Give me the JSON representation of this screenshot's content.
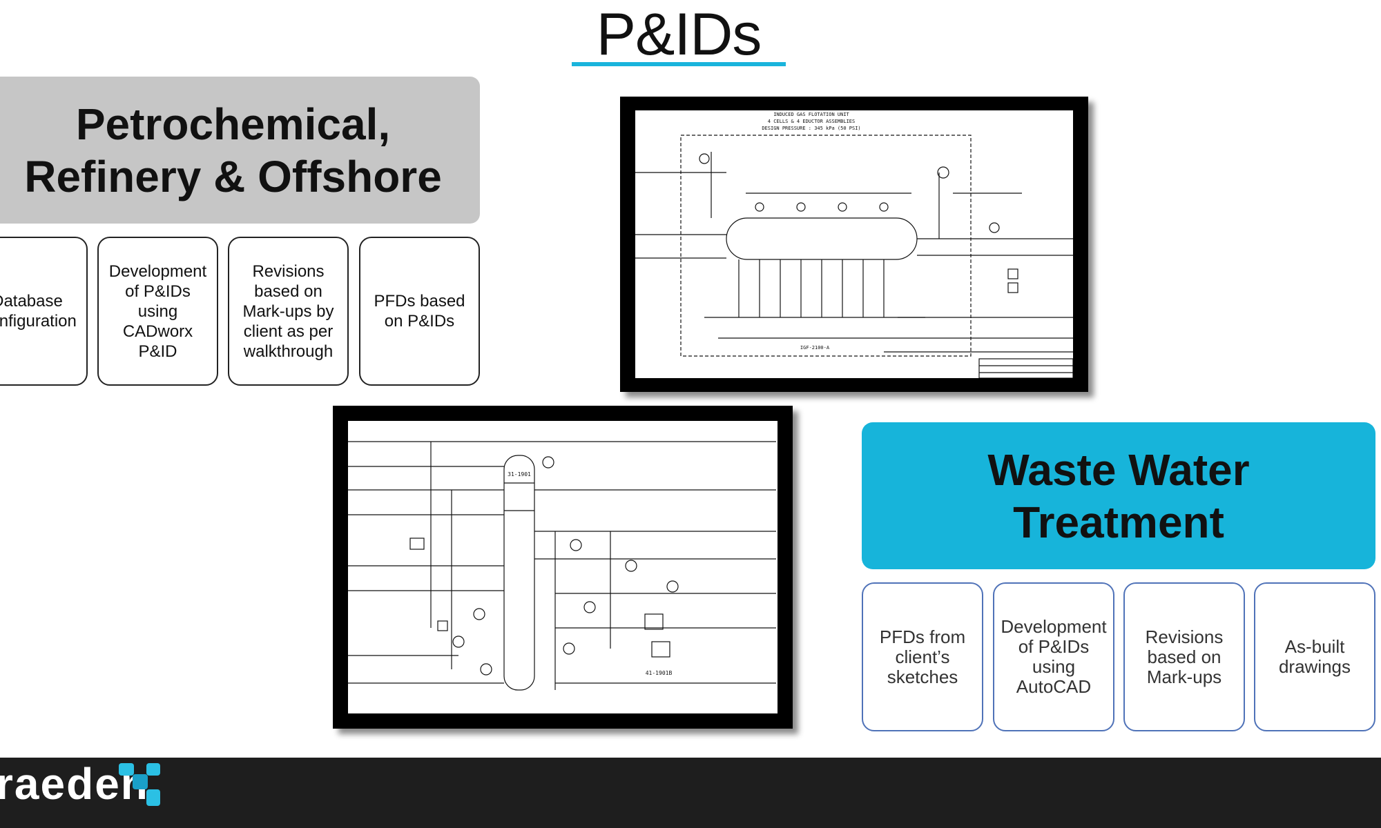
{
  "title": "P&IDs",
  "petrochemical": {
    "heading": "Petrochemical,\nRefinery & Offshore",
    "cards": [
      "Database\nConfiguration",
      "Development\nof P&IDs\nusing\nCADworx\nP&ID",
      "Revisions\nbased on\nMark-ups by\nclient as per\nwalkthrough",
      "PFDs based\non P&IDs"
    ]
  },
  "waste_water": {
    "heading": "Waste Water\nTreatment",
    "cards": [
      "PFDs from\nclient’s\nsketches",
      "Development\nof P&IDs\nusing\nAutoCAD",
      "Revisions\nbased on\nMark-ups",
      "As-built\ndrawings"
    ]
  },
  "drawing1": {
    "notes": [
      "INDUCED GAS FLOTATION UNIT",
      "4 CELLS & 4 EDUCTOR ASSEMBLIES",
      "DESIGN PRESSURE : 345 kPa (50 PSI)"
    ],
    "tag": "IGF-2100-A"
  },
  "drawing2": {
    "tag": "31-1901",
    "tag2": "41-1901B"
  },
  "footer": {
    "logo_text": "raeden"
  },
  "colors": {
    "accent_blue": "#17b4da",
    "banner_grey": "#c6c6c6",
    "footer_dark": "#1e1e1e",
    "card_border_blue": "#4f72b8"
  },
  "icons": [
    "logo-mark-icon"
  ]
}
